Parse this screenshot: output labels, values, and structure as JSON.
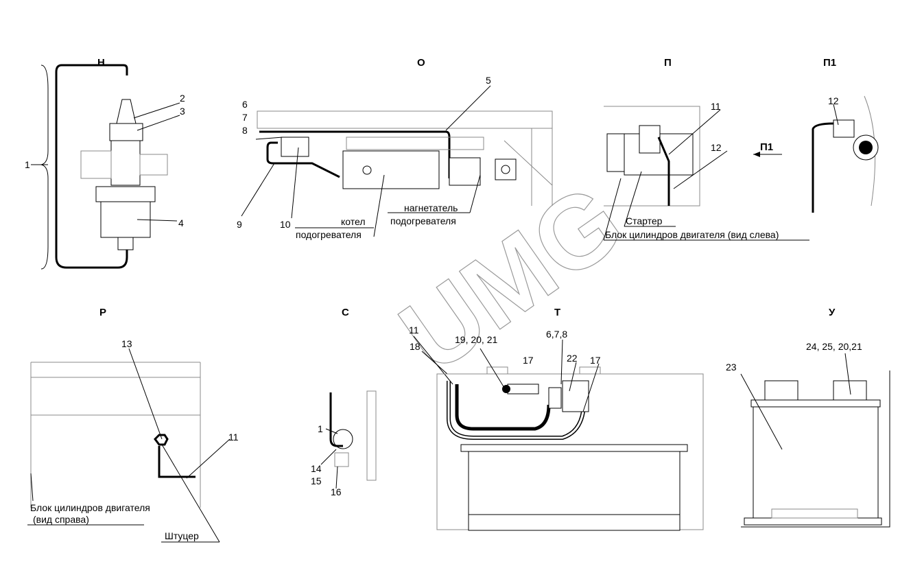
{
  "views": {
    "H": {
      "title": "Н",
      "callouts": [
        "1",
        "2",
        "3",
        "4"
      ]
    },
    "O": {
      "title": "О",
      "callouts": [
        "5",
        "6",
        "7",
        "8",
        "9",
        "10"
      ],
      "boiler_label": [
        "котел",
        "подогревателя"
      ],
      "blower_label": [
        "нагнетатель",
        "подогревателя"
      ]
    },
    "P": {
      "title": "П",
      "callouts": [
        "11",
        "12"
      ],
      "arrow_label": "П1",
      "starter_label": "Стартер",
      "block_label": "Блок цилиндров двигателя (вид слева)"
    },
    "P1": {
      "title": "П1",
      "callouts": [
        "12"
      ]
    },
    "R": {
      "title": "Р",
      "callouts": [
        "13",
        "11"
      ],
      "block_label": [
        "Блок цилиндров двигателя",
        "(вид справа)"
      ],
      "fitting_label": "Штуцер"
    },
    "S": {
      "title": "С",
      "callouts": [
        "11",
        "18",
        "1",
        "14",
        "15",
        "16"
      ]
    },
    "T": {
      "title": "Т",
      "callouts": [
        "19, 20, 21",
        "17",
        "6,7,8",
        "22",
        "17"
      ]
    },
    "U": {
      "title": "У",
      "callouts": [
        "23",
        "24, 25, 20,21"
      ]
    }
  },
  "watermark": "UMG"
}
